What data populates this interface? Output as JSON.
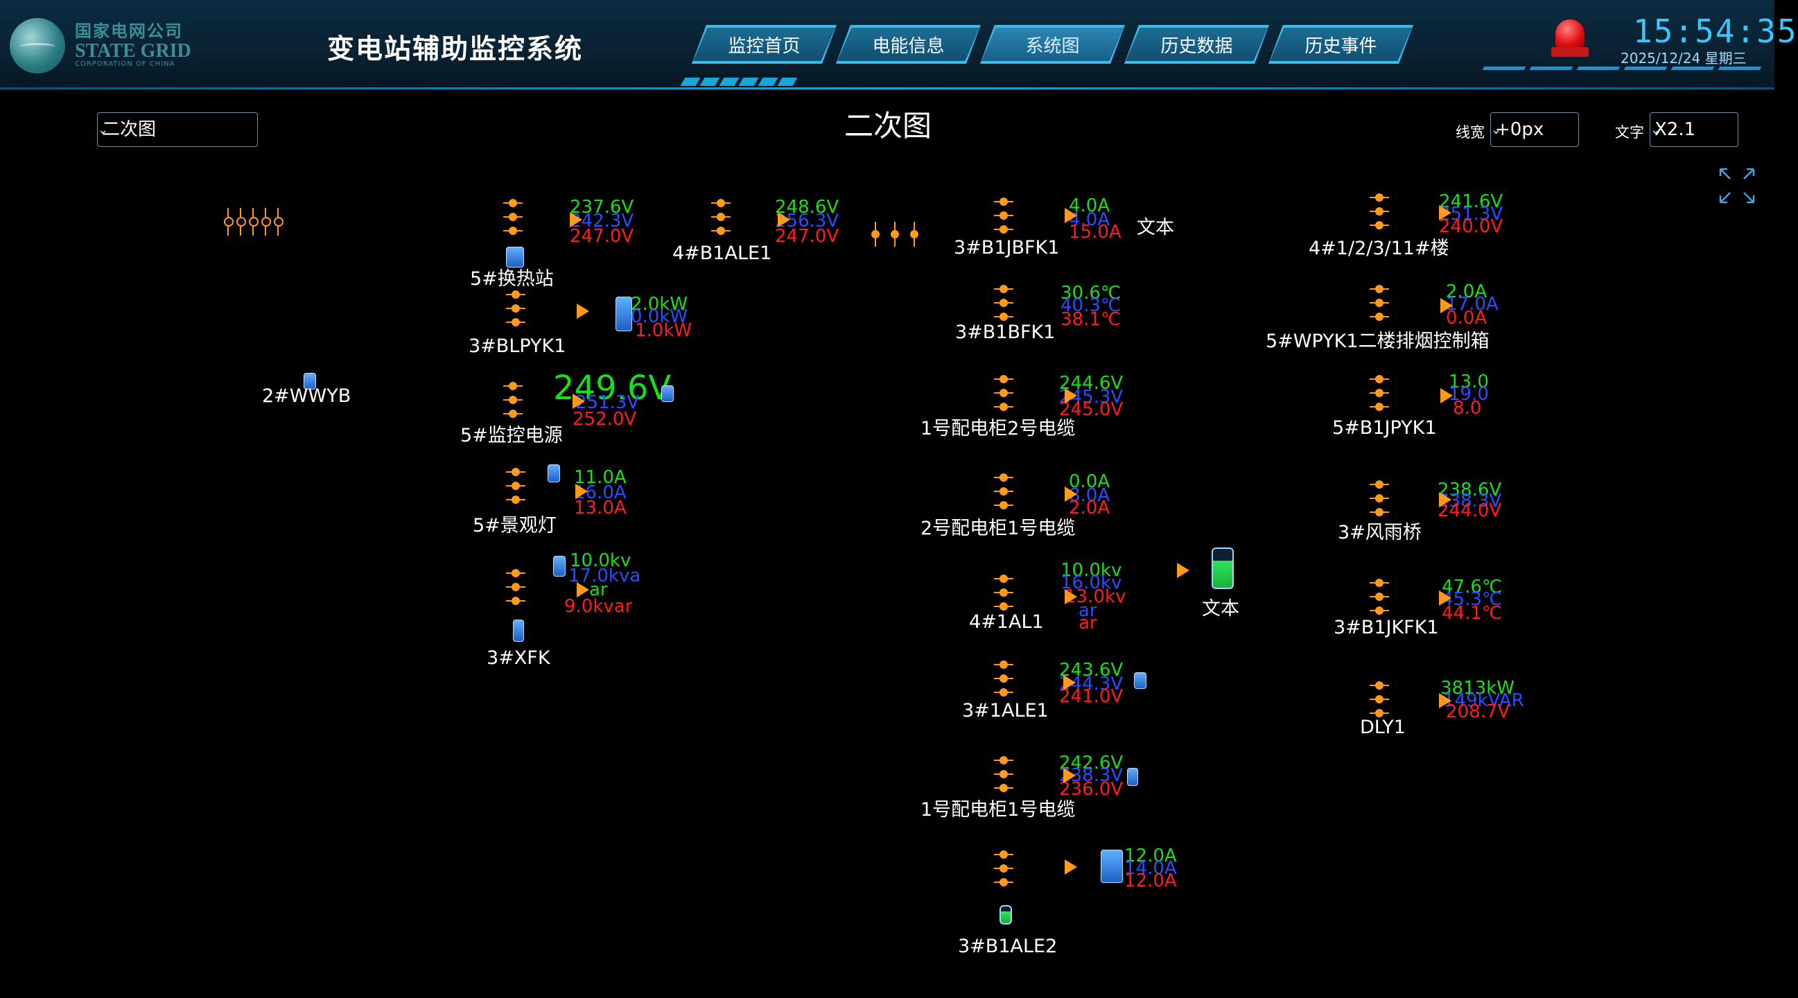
{
  "header": {
    "logo": {
      "line1": "国家电网公司",
      "line2": "STATE GRID",
      "line3": "CORPORATION OF CHINA"
    },
    "title": "变电站辅助监控系统",
    "nav": [
      {
        "label": "监控首页"
      },
      {
        "label": "电能信息"
      },
      {
        "label": "系统图",
        "active": true
      },
      {
        "label": "历史数据"
      },
      {
        "label": "历史事件"
      }
    ],
    "clock": "15:54:35",
    "date": "2025/12/24 星期三"
  },
  "controls": {
    "diagram_select": "二次图",
    "page_title": "二次图",
    "line_width_label": "线宽",
    "line_width_value": "+0px",
    "text_label": "文字",
    "text_value": "X2.1"
  },
  "nodes": [
    {
      "name": "5#换热站",
      "values": [
        "237.6V",
        "242.3V",
        "247.0V"
      ]
    },
    {
      "name": "4#B1ALE1",
      "values": [
        "248.6V",
        "256.3V",
        "247.0V"
      ]
    },
    {
      "name": "3#B1JBFK1",
      "values": [
        "4.0A",
        "4.0A",
        "15.0A"
      ]
    },
    {
      "name": "4#1/2/3/11#楼",
      "values": [
        "241.6V",
        "251.3V",
        "240.0V"
      ]
    },
    {
      "name": "3#BLPYK1",
      "values": [
        "2.0kW",
        "0.0kW",
        "1.0kW"
      ]
    },
    {
      "name": "3#B1BFK1",
      "values": [
        "30.6℃",
        "40.3℃",
        "38.1℃"
      ]
    },
    {
      "name": "5#WPYK1二楼排烟控制箱",
      "values": [
        "2.0A",
        "17.0A",
        "0.0A"
      ]
    },
    {
      "name": "2#WWYB",
      "values": []
    },
    {
      "name": "5#监控电源",
      "values": [
        "249.6V",
        "251.3V",
        "252.0V"
      ]
    },
    {
      "name": "1号配电柜2号电缆",
      "values": [
        "244.6V",
        "245.3V",
        "245.0V"
      ]
    },
    {
      "name": "5#B1JPYK1",
      "values": [
        "13.0",
        "19.0",
        "8.0"
      ]
    },
    {
      "name": "5#景观灯",
      "values": [
        "11.0A",
        "16.0A",
        "13.0A"
      ]
    },
    {
      "name": "2号配电柜1号电缆",
      "values": [
        "0.0A",
        "8.0A",
        "2.0A"
      ]
    },
    {
      "name": "3#风雨桥",
      "values": [
        "238.6V",
        "238.3V",
        "244.0V"
      ]
    },
    {
      "name": "3#XFK",
      "values": [
        "10.0kv",
        "17.0kva",
        "ar",
        "9.0kvar"
      ]
    },
    {
      "name": "4#1AL1",
      "values": [
        "10.0kv",
        "16.0kv",
        "13.0kv",
        "ar",
        "ar"
      ]
    },
    {
      "name": "3#B1JKFK1",
      "values": [
        "47.6℃",
        "45.3℃",
        "44.1℃"
      ]
    },
    {
      "name": "3#1ALE1",
      "values": [
        "243.6V",
        "244.3V",
        "241.0V"
      ]
    },
    {
      "name": "DLY1",
      "values": [
        "3813kW",
        "149kVAR",
        "208.7V"
      ]
    },
    {
      "name": "1号配电柜1号电缆",
      "values": [
        "242.6V",
        "238.3V",
        "236.0V"
      ]
    },
    {
      "name": "3#B1ALE2",
      "values": [
        "12.0A",
        "14.0A",
        "12.0A"
      ]
    }
  ],
  "text_items": [
    "文本",
    "文本"
  ],
  "colors": {
    "green": "#18e018",
    "blue": "#2a4dff",
    "red": "#ff1c1c",
    "bus": "#ff9a1a",
    "accent": "#36c8ff"
  }
}
